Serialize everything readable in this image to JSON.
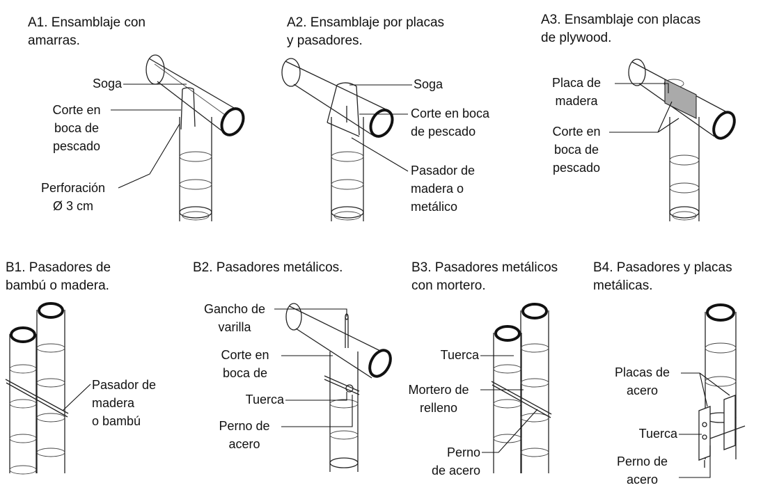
{
  "panels": {
    "a1": {
      "title": "A1. Ensamblaje con\namarras.",
      "labels": [
        "Soga",
        "Corte en\nboca de\npescado",
        "Perforación\nØ 3 cm"
      ]
    },
    "a2": {
      "title": "A2. Ensamblaje por placas\ny pasadores.",
      "labels": [
        "Soga",
        "Corte en boca\nde pescado",
        "Pasador de\nmadera o\nmetálico"
      ]
    },
    "a3": {
      "title": "A3. Ensamblaje con placas\nde plywood.",
      "labels": [
        "Placa de\nmadera",
        "Corte en\nboca de\npescado"
      ]
    },
    "b1": {
      "title": "B1. Pasadores de\nbambú o madera.",
      "labels": [
        "Pasador de\nmadera\no bambú"
      ]
    },
    "b2": {
      "title": "B2. Pasadores metálicos.",
      "labels": [
        "Gancho de\nvarilla",
        "Corte en\nboca de",
        "Tuerca",
        "Perno de\nacero"
      ]
    },
    "b3": {
      "title": "B3. Pasadores metálicos\ncon mortero.",
      "labels": [
        "Tuerca",
        "Mortero de\nrelleno",
        "Perno\nde acero"
      ]
    },
    "b4": {
      "title": "B4. Pasadores y placas\nmetálicas.",
      "labels": [
        "Placas de\nacero",
        "Tuerca",
        "Perno de\nacero"
      ]
    }
  }
}
